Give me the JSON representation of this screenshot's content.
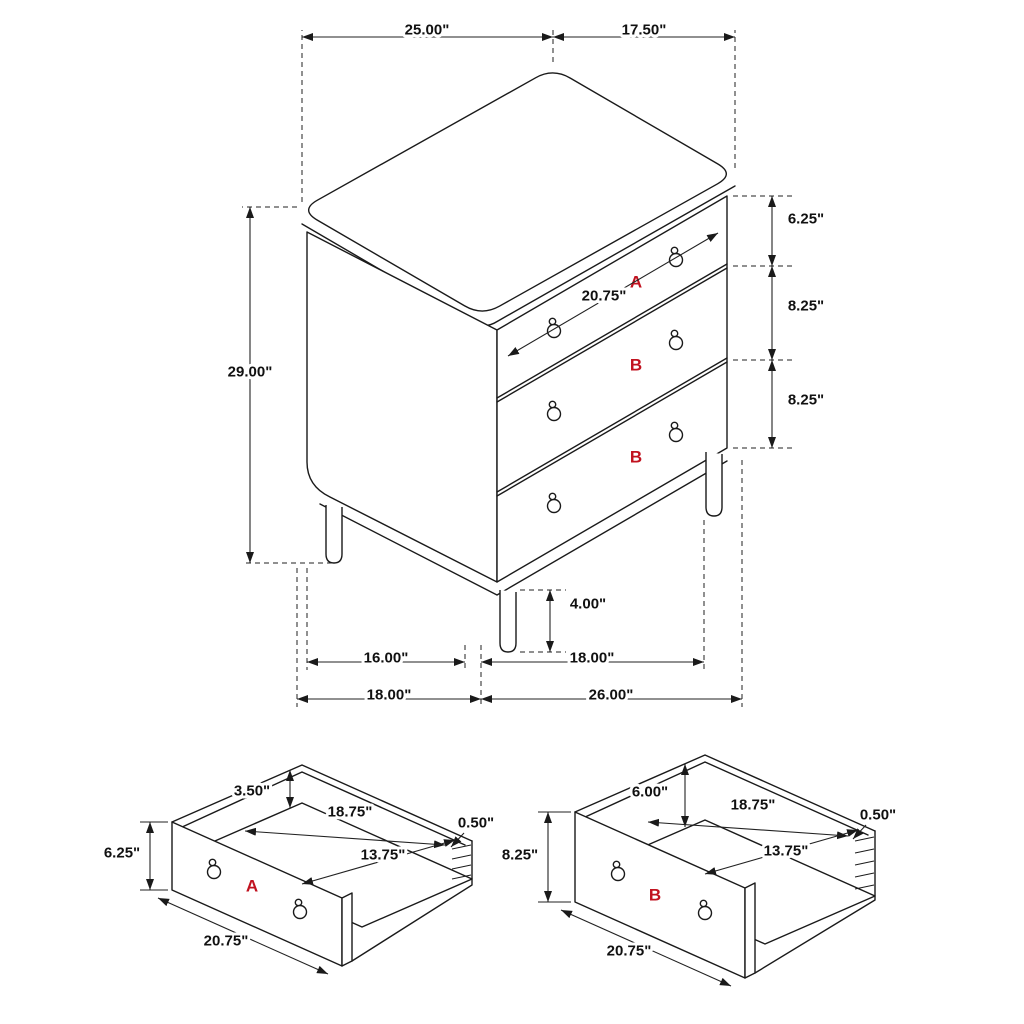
{
  "colors": {
    "line": "#1a1a1a",
    "red_label": "#c1121f"
  },
  "main_view": {
    "drawer_labels": {
      "top": "A",
      "middle": "B",
      "bottom": "B"
    },
    "dimensions": {
      "top_width": "25.00\"",
      "top_depth": "17.50\"",
      "overall_height": "29.00\"",
      "top_drawer_height": "6.25\"",
      "middle_drawer_height": "8.25\"",
      "bottom_drawer_height": "8.25\"",
      "drawer_front_width": "20.75\"",
      "leg_height": "4.00\"",
      "leg_spacing_depth": "16.00\"",
      "leg_spacing_width": "18.00\"",
      "overall_depth": "18.00\"",
      "overall_width": "26.00\""
    }
  },
  "drawer_a_detail": {
    "label": "A",
    "dimensions": {
      "interior_height": "3.50\"",
      "interior_width": "18.75\"",
      "wall_thickness": "0.50\"",
      "interior_depth": "13.75\"",
      "front_height": "6.25\"",
      "front_width": "20.75\""
    }
  },
  "drawer_b_detail": {
    "label": "B",
    "dimensions": {
      "interior_height": "6.00\"",
      "interior_width": "18.75\"",
      "wall_thickness": "0.50\"",
      "interior_depth": "13.75\"",
      "front_height": "8.25\"",
      "front_width": "20.75\""
    }
  }
}
